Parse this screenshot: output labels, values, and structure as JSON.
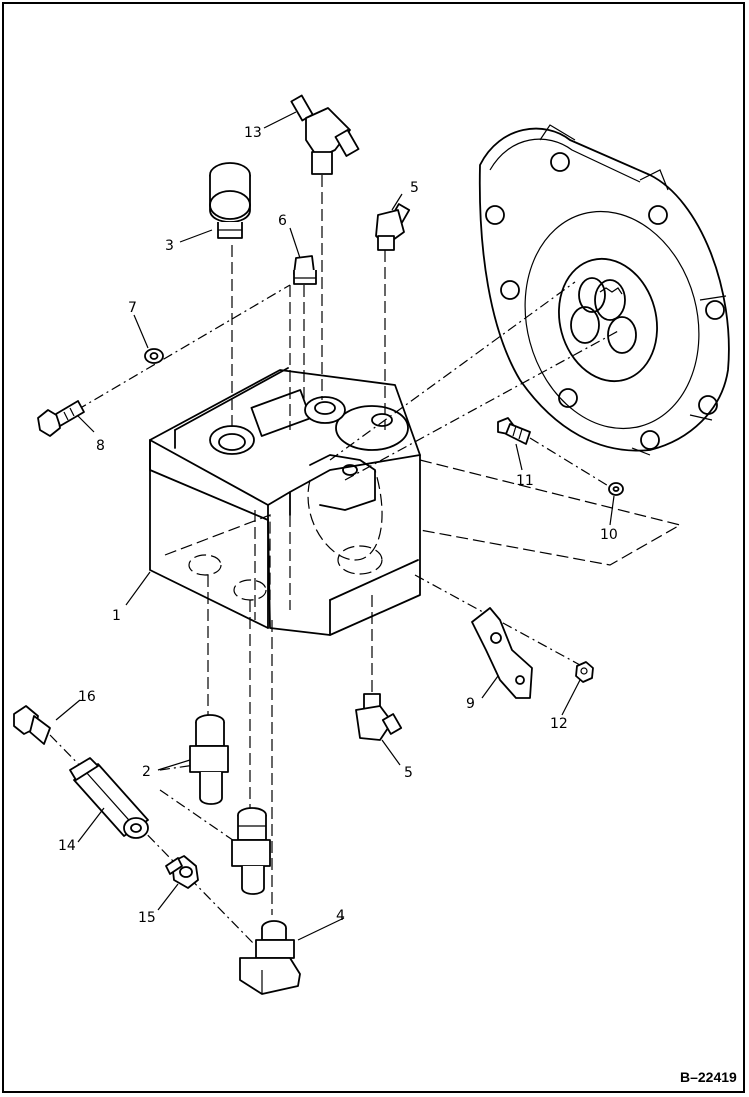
{
  "figure_id": "B–22419",
  "callouts": {
    "c1": "1",
    "c2": "2",
    "c3": "3",
    "c4": "4",
    "c5a": "5",
    "c5b": "5",
    "c6": "6",
    "c7": "7",
    "c8": "8",
    "c9": "9",
    "c10": "10",
    "c11": "11",
    "c12": "12",
    "c13": "13",
    "c14": "14",
    "c15": "15",
    "c16": "16"
  }
}
